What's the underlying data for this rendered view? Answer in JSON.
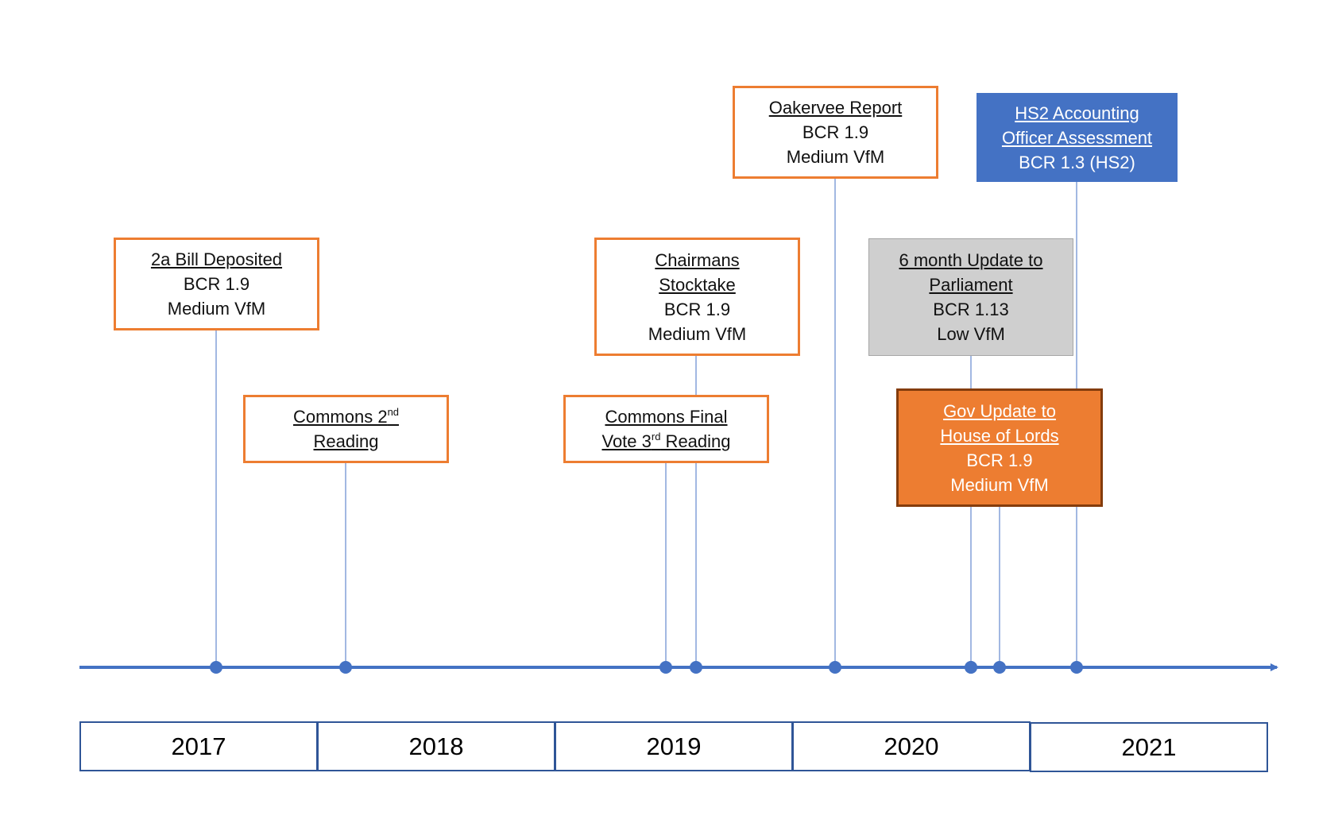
{
  "events": [
    {
      "id": "bill-deposited",
      "style": "orange",
      "lines": [
        {
          "text": "2a Bill Deposited",
          "underline": true
        },
        {
          "text": "BCR 1.9"
        },
        {
          "text": "Medium VfM"
        }
      ]
    },
    {
      "id": "commons-2nd-reading",
      "style": "orange",
      "lines": [
        {
          "text": "Commons 2",
          "sup": "nd",
          "underline": true
        },
        {
          "text": "Reading",
          "underline": true
        }
      ]
    },
    {
      "id": "commons-final-vote",
      "style": "orange",
      "lines": [
        {
          "text": "Commons Final",
          "underline": true
        },
        {
          "text": "Vote 3",
          "sup": "rd",
          "after": " Reading",
          "underline": true
        }
      ]
    },
    {
      "id": "chairmans-stocktake",
      "style": "orange",
      "lines": [
        {
          "text": "Chairmans",
          "underline": true
        },
        {
          "text": "Stocktake",
          "underline": true
        },
        {
          "text": "BCR 1.9"
        },
        {
          "text": "Medium VfM"
        }
      ]
    },
    {
      "id": "oakervee-report",
      "style": "orange",
      "lines": [
        {
          "text": "Oakervee Report",
          "underline": true
        },
        {
          "text": "BCR 1.9"
        },
        {
          "text": "Medium VfM"
        }
      ]
    },
    {
      "id": "six-month-update",
      "style": "grey",
      "lines": [
        {
          "text": "6 month Update to",
          "underline": true
        },
        {
          "text": "Parliament",
          "underline": true
        },
        {
          "text": "BCR 1.13"
        },
        {
          "text": "Low VfM"
        }
      ]
    },
    {
      "id": "gov-update-lords",
      "style": "filled",
      "lines": [
        {
          "text": "Gov Update to",
          "underline": true
        },
        {
          "text": "House of Lords",
          "underline": true
        },
        {
          "text": "BCR 1.9"
        },
        {
          "text": "Medium VfM"
        }
      ]
    },
    {
      "id": "hs2-accounting-officer",
      "style": "blue",
      "lines": [
        {
          "text": "HS2 Accounting",
          "underline": true
        },
        {
          "text": "Officer Assessment",
          "underline": true
        },
        {
          "text": "BCR 1.3 (HS2)"
        }
      ]
    }
  ],
  "years": [
    "2017",
    "2018",
    "2019",
    "2020",
    "2021"
  ],
  "colors": {
    "axis": "#4472C4",
    "orange": "#ED7D31",
    "blue": "#4472C4",
    "grey": "#cfcfcf",
    "year_border": "#2F5597"
  }
}
